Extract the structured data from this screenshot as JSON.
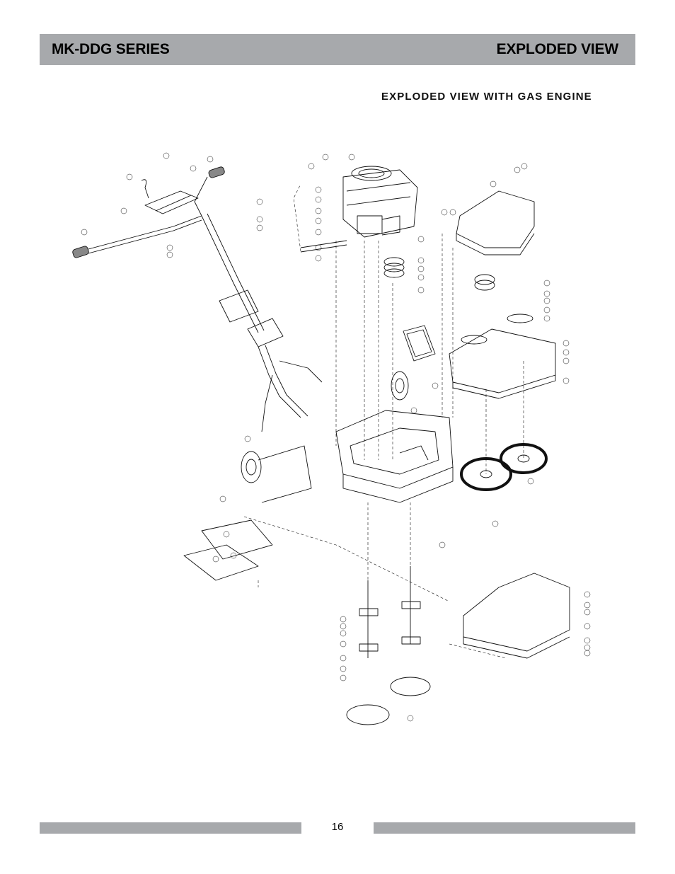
{
  "header": {
    "series": "MK-DDG SERIES",
    "title": "EXPLODED VIEW"
  },
  "section_title": "EXPLODED VIEW WITH GAS ENGINE",
  "footer": {
    "page_number": "16"
  },
  "diagram": {
    "subject": "exploded-view-gas-engine-parts-diagram",
    "line_color": "#111111"
  }
}
